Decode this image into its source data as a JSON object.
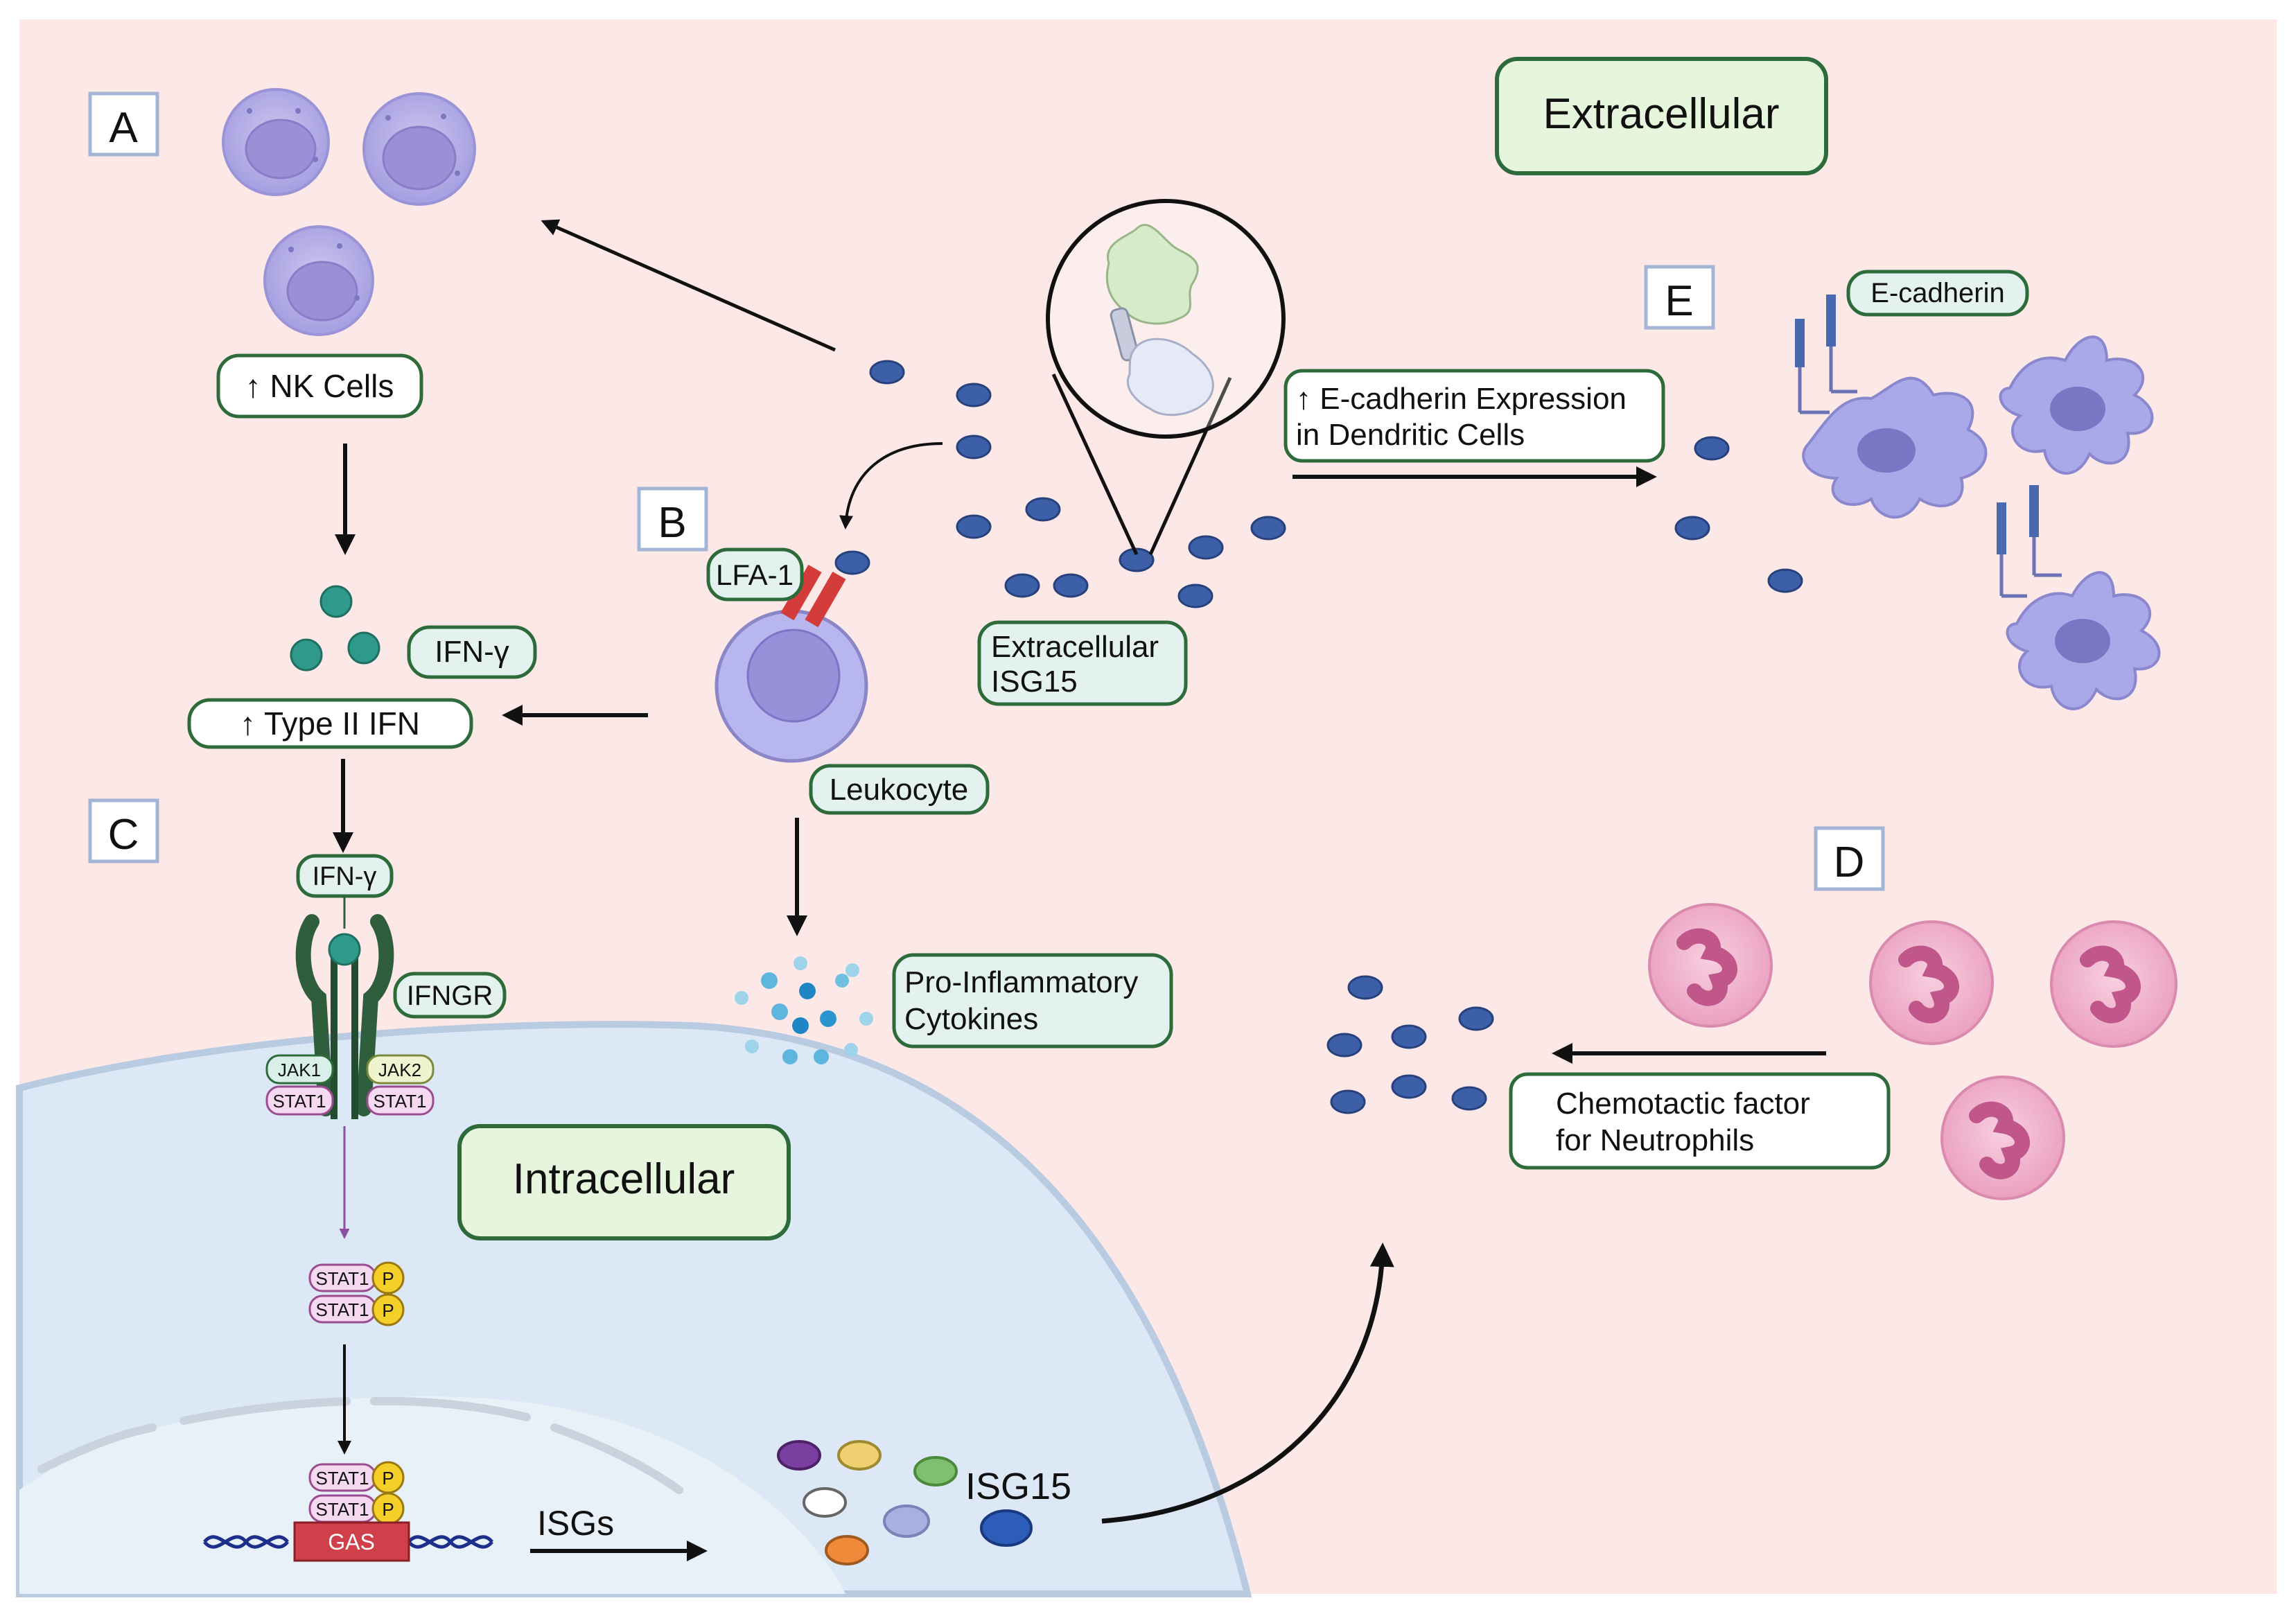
{
  "panels": {
    "A": "A",
    "B": "B",
    "C": "C",
    "D": "D",
    "E": "E"
  },
  "regions": {
    "extracellular": "Extracellular",
    "intracellular": "Intracellular"
  },
  "labels": {
    "nk_cells": "↑ NK Cells",
    "ifn_gamma_secreted": "IFN-γ",
    "type_ii_ifn": "↑ Type II IFN",
    "ifn_gamma_receptor_ligand": "IFN-γ",
    "ifngr": "IFNGR",
    "jak1": "JAK1",
    "jak2": "JAK2",
    "stat1_left": "STAT1",
    "stat1_right": "STAT1",
    "stat1_dimer_top": "STAT1",
    "stat1_dimer_bottom": "STAT1",
    "stat1_nuc_top": "STAT1",
    "stat1_nuc_bottom": "STAT1",
    "phospho": "P",
    "gas": "GAS",
    "isgs": "ISGs",
    "isg15_intracellular": "ISG15",
    "lfa1": "LFA-1",
    "leukocyte": "Leukocyte",
    "cytokines_line1": "Pro-Inflammatory",
    "cytokines_line2": "Cytokines",
    "extracellular_isg15_line1": "Extracellular",
    "extracellular_isg15_line2": "ISG15",
    "ecadherin_expr_line1": "↑ E-cadherin Expression",
    "ecadherin_expr_line2": "in Dendritic Cells",
    "ecadherin": "E-cadherin",
    "chemotactic_line1": "Chemotactic factor",
    "chemotactic_line2": "for Neutrophils"
  },
  "colors": {
    "background": "#fde8e8",
    "cell_interior": "#dce8f5",
    "nucleus": "#e8f0f8",
    "isg15_dot": "#3c5fa8",
    "nk_cell": "#b9b3e6",
    "dendritic_cell": "#a9a8e8",
    "neutrophil": "#f2b6cf",
    "receptor": "#2f5e3d",
    "lfa1_receptor": "#d43b3b",
    "label_border": "#2e6b3a"
  },
  "icons": {
    "nk_cell": "nk-cell-icon",
    "leukocyte": "leukocyte-icon",
    "dendritic_cell": "dendritic-cell-icon",
    "neutrophil": "neutrophil-icon",
    "isg15_protein": "isg15-protein-icon",
    "dna": "dna-helix-icon"
  }
}
